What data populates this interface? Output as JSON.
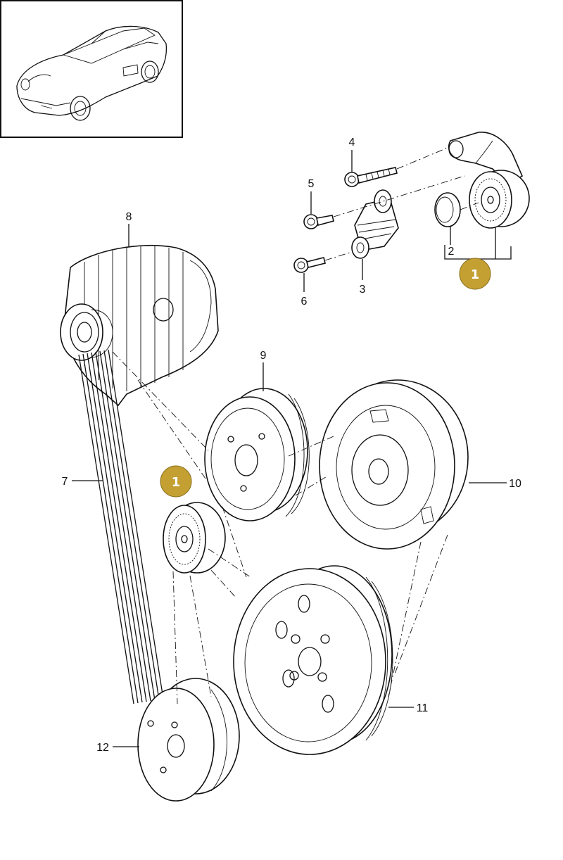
{
  "callouts": {
    "p1": "1",
    "p2": "2",
    "p3": "3",
    "p4": "4",
    "p5": "5",
    "p6": "6",
    "p7": "7",
    "p8": "8",
    "p9": "9",
    "p10": "10",
    "p11": "11",
    "p12": "12"
  },
  "badges": {
    "top": "1",
    "middle": "1"
  },
  "colors": {
    "badge": "#C4A033",
    "line": "#111111"
  }
}
